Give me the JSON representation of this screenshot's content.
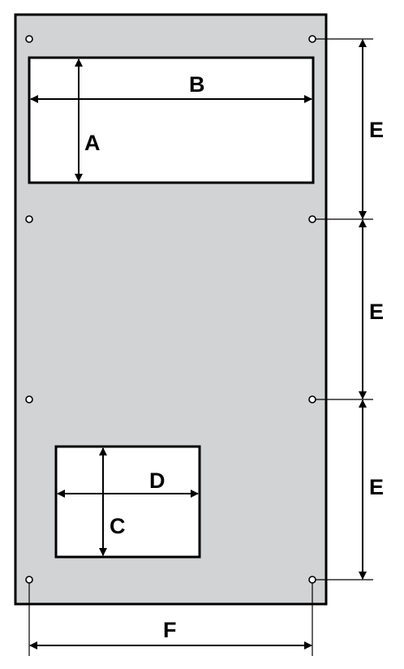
{
  "colors": {
    "panel_fill": "#d2d3d5",
    "cutout_fill": "#ffffff",
    "stroke": "#000000",
    "hole_fill": "#ffffff"
  },
  "labels": {
    "upper_height": "A",
    "upper_width": "B",
    "lower_height": "C",
    "lower_width": "D",
    "hole_spacing_top": "E",
    "hole_spacing_middle": "E",
    "hole_spacing_bottom": "E",
    "hole_spacing_horizontal": "F"
  },
  "mounting_holes": {
    "count": 8
  }
}
